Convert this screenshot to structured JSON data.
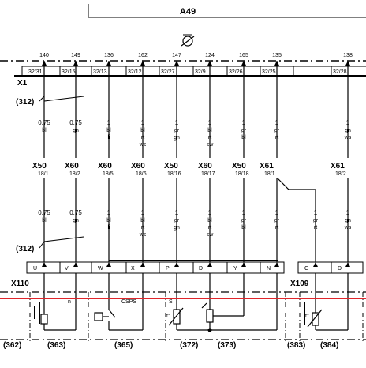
{
  "title": "A49",
  "top_connector": {
    "label": "X1",
    "pins": [
      {
        "num": "140",
        "cell": "32/31"
      },
      {
        "num": "149",
        "cell": "32/15"
      },
      {
        "num": "136",
        "cell": "32/13"
      },
      {
        "num": "162",
        "cell": "32/12"
      },
      {
        "num": "147",
        "cell": "32/27"
      },
      {
        "num": "124",
        "cell": "32/9"
      },
      {
        "num": "165",
        "cell": "32/26"
      },
      {
        "num": "135",
        "cell": "32/25"
      },
      {
        "num": "138",
        "cell": "32/28"
      }
    ]
  },
  "refs": {
    "ref_upper": "(312)",
    "ref_lower": "(312)"
  },
  "wires_upper": [
    {
      "size": "0.75",
      "color": "bl",
      "color2": ""
    },
    {
      "size": "0.75",
      "color": "gn",
      "color2": ""
    },
    {
      "size": "1",
      "color": "bl",
      "color2": "li"
    },
    {
      "size": "1",
      "color": "bl",
      "color2": "rt",
      "color3": "ws"
    },
    {
      "size": "1",
      "color": "gr",
      "color2": "gn"
    },
    {
      "size": "1",
      "color": "bl",
      "color2": "rt",
      "color3": "sw"
    },
    {
      "size": "1",
      "color": "gr",
      "color2": "bl"
    },
    {
      "size": "1",
      "color": "gr",
      "color2": "rt"
    },
    {
      "size": "1",
      "color": "gn",
      "color2": "ws"
    }
  ],
  "inline_connectors": [
    {
      "name": "X50",
      "pin": "18/1"
    },
    {
      "name": "X60",
      "pin": "18/2"
    },
    {
      "name": "X60",
      "pin": "18/5"
    },
    {
      "name": "X60",
      "pin": "18/6"
    },
    {
      "name": "X50",
      "pin": "18/16"
    },
    {
      "name": "X60",
      "pin": "18/17"
    },
    {
      "name": "X50",
      "pin": "18/18"
    },
    {
      "name": "X61",
      "pin": "18/1"
    },
    {
      "name": "X61",
      "pin": "18/2"
    }
  ],
  "wires_lower": [
    {
      "size": "0.75",
      "color": "bl",
      "color2": ""
    },
    {
      "size": "0.75",
      "color": "gn",
      "color2": ""
    },
    {
      "size": "1",
      "color": "bl",
      "color2": "li"
    },
    {
      "size": "1",
      "color": "bl",
      "color2": "rt",
      "color3": "ws"
    },
    {
      "size": "1",
      "color": "gr",
      "color2": "gn"
    },
    {
      "size": "1",
      "color": "bl",
      "color2": "rt",
      "color3": "sw"
    },
    {
      "size": "1",
      "color": "gr",
      "color2": "bl"
    },
    {
      "size": "1",
      "color": "gr",
      "color2": "rt"
    },
    {
      "size": "1",
      "color": "gr",
      "color2": "rt"
    },
    {
      "size": "1",
      "color": "gn",
      "color2": "ws"
    }
  ],
  "x110": {
    "label": "X110",
    "pins": [
      "U",
      "V",
      "W",
      "X",
      "P",
      "D",
      "Y",
      "N"
    ]
  },
  "x109": {
    "label": "X109",
    "pins": [
      "C",
      "D"
    ]
  },
  "component_labels": {
    "n_label": "n",
    "csps": "CSPS",
    "s_label": "S",
    "temp1": "t°",
    "temp2": "t°"
  },
  "bottom_refs": [
    "(362)",
    "(363)",
    "(365)",
    "(372)",
    "(373)",
    "(383)",
    "(384)"
  ],
  "colors": {
    "line": "#000000",
    "highlight": "#e0262b"
  }
}
